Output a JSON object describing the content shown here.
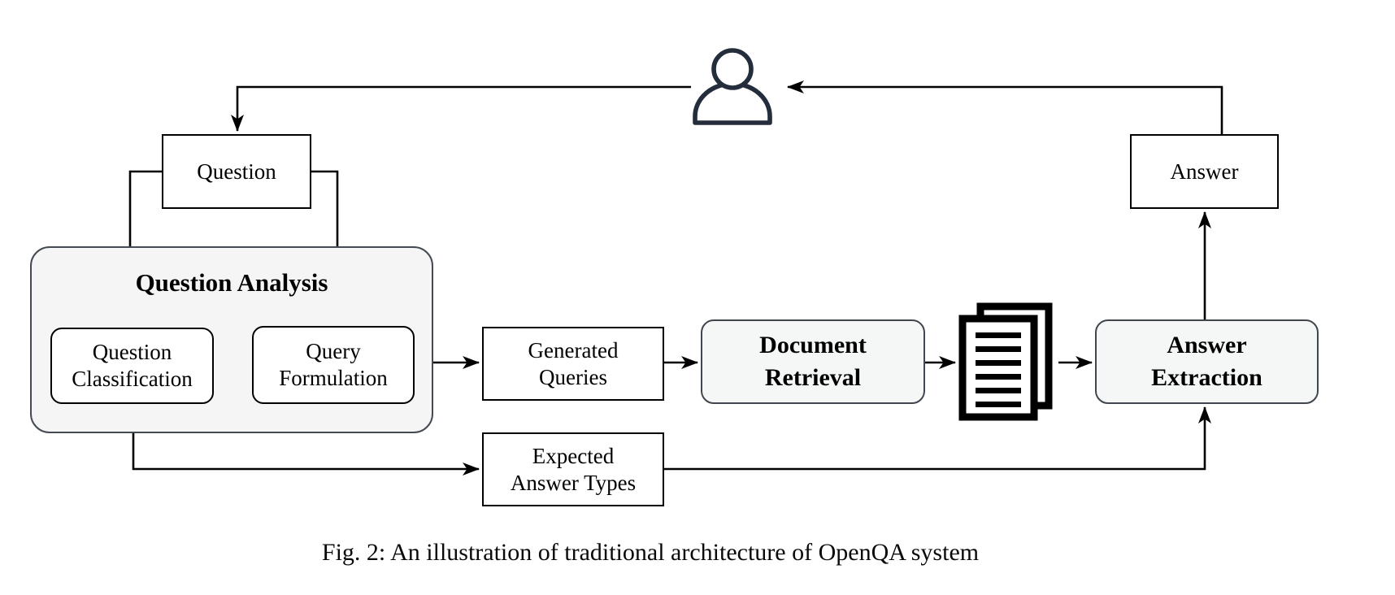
{
  "figure": {
    "caption": "Fig. 2: An illustration of traditional architecture of OpenQA system",
    "nodes": {
      "question": {
        "label": "Question"
      },
      "question_analysis": {
        "title": "Question Analysis"
      },
      "question_classification": {
        "label": "Question\nClassification"
      },
      "query_formulation": {
        "label": "Query\nFormulation"
      },
      "generated_queries": {
        "label": "Generated\nQueries"
      },
      "document_retrieval": {
        "label": "Document\nRetrieval"
      },
      "retrieved_documents": {
        "icon": "documents-icon"
      },
      "answer_extraction": {
        "label": "Answer\nExtraction"
      },
      "expected_answer_types": {
        "label": "Expected\nAnswer Types"
      },
      "answer": {
        "label": "Answer"
      },
      "user": {
        "icon": "user-icon"
      }
    },
    "edges": [
      {
        "from": "user",
        "to": "question"
      },
      {
        "from": "question",
        "to": "question_classification"
      },
      {
        "from": "question",
        "to": "query_formulation"
      },
      {
        "from": "query_formulation",
        "to": "generated_queries"
      },
      {
        "from": "generated_queries",
        "to": "document_retrieval"
      },
      {
        "from": "document_retrieval",
        "to": "retrieved_documents"
      },
      {
        "from": "retrieved_documents",
        "to": "answer_extraction"
      },
      {
        "from": "answer_extraction",
        "to": "answer"
      },
      {
        "from": "answer",
        "to": "user"
      },
      {
        "from": "question_classification",
        "to": "expected_answer_types"
      },
      {
        "from": "expected_answer_types",
        "to": "answer_extraction"
      }
    ],
    "colors": {
      "background": "#ffffff",
      "line": "#000000",
      "box_border": "#000000",
      "shaded_fill": "#f5f6f6",
      "shaded_border": "#40464e",
      "group_fill": "#f5f5f5",
      "user_icon_stroke": "#232d3b",
      "text": "#000000"
    }
  }
}
